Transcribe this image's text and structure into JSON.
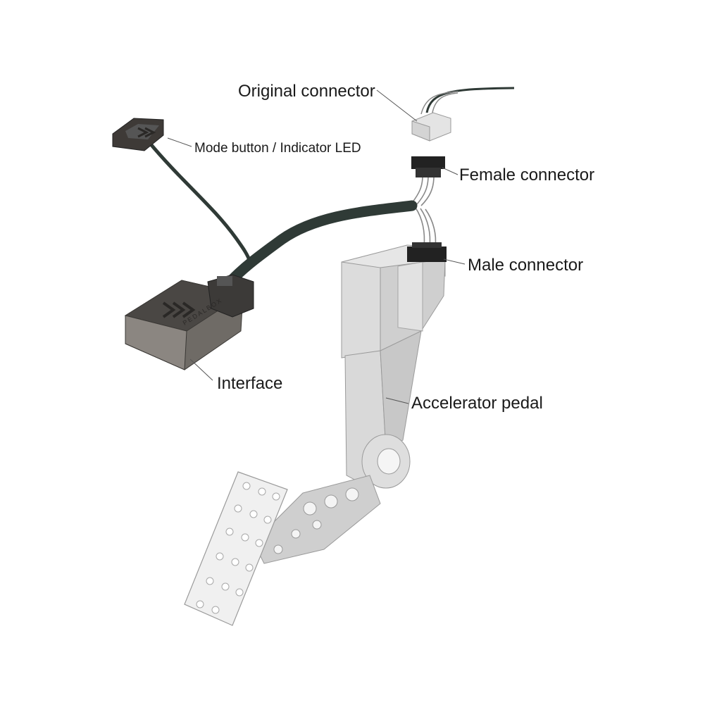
{
  "labels": {
    "original_connector": "Original connector",
    "mode_button": "Mode button / Indicator LED",
    "female_connector": "Female connector",
    "male_connector": "Male connector",
    "interface": "Interface",
    "accelerator_pedal": "Accelerator pedal"
  },
  "device_marking": "PEDALBOX",
  "colors": {
    "cable": "#2f3a36",
    "connector": "#222222",
    "pedal_light": "#ececec",
    "pedal_mid": "#d6d6d6",
    "pedal_dark": "#bdbdbd",
    "interface_body": "#6f6b66",
    "interface_top": "#4a4744"
  }
}
